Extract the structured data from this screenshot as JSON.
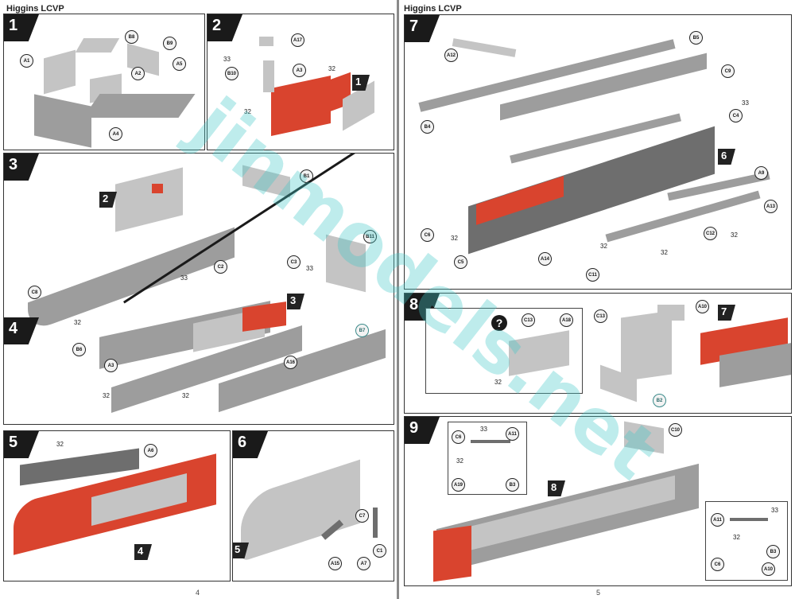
{
  "document": {
    "title_left": "Higgins LCVP",
    "title_right": "Higgins LCVP",
    "page_left": "4",
    "page_right": "5",
    "watermark": "jinmodels.net"
  },
  "steps": [
    {
      "num": "1",
      "callouts": [
        "A1",
        "B8",
        "B9",
        "A2",
        "A5",
        "A4"
      ]
    },
    {
      "num": "2",
      "callouts": [
        "A17",
        "A3",
        "B10"
      ],
      "paints": [
        "33",
        "32",
        "32"
      ],
      "refs": [
        "1"
      ]
    },
    {
      "num": "3",
      "callouts": [
        "B1",
        "C8"
      ],
      "refs": [
        "2"
      ]
    },
    {
      "num": "4",
      "callouts": [
        "C2",
        "C3",
        "B11",
        "B6",
        "A3",
        "A16",
        "B7"
      ],
      "paints": [
        "33",
        "33",
        "32",
        "32",
        "32"
      ],
      "refs": [
        "3"
      ]
    },
    {
      "num": "5",
      "callouts": [
        "A6"
      ],
      "paints": [
        "32"
      ],
      "refs": [
        "4"
      ]
    },
    {
      "num": "6",
      "callouts": [
        "C7",
        "A15",
        "A7",
        "C1"
      ],
      "refs": [
        "5"
      ]
    },
    {
      "num": "7",
      "callouts": [
        "A12",
        "B5",
        "C9",
        "B4",
        "C4",
        "A9",
        "A13",
        "C6",
        "C12",
        "C5",
        "A14",
        "C11"
      ],
      "paints": [
        "33",
        "32",
        "32",
        "32",
        "32"
      ],
      "refs": [
        "6"
      ]
    },
    {
      "num": "8",
      "callouts": [
        "C13",
        "A18",
        "A10",
        "B2"
      ],
      "paints": [
        "32"
      ],
      "refs": [
        "7"
      ]
    },
    {
      "num": "9",
      "callouts": [
        "C6",
        "A11",
        "A19",
        "B3",
        "C10",
        "A11",
        "B3",
        "C6",
        "A10"
      ],
      "paints": [
        "33",
        "32",
        "33",
        "32"
      ],
      "refs": [
        "8"
      ]
    }
  ],
  "colors": {
    "hull_red": "#d9442e",
    "hull_grey": "#9d9d9d",
    "panel_border": "#333333",
    "watermark": "#46c8c8"
  }
}
